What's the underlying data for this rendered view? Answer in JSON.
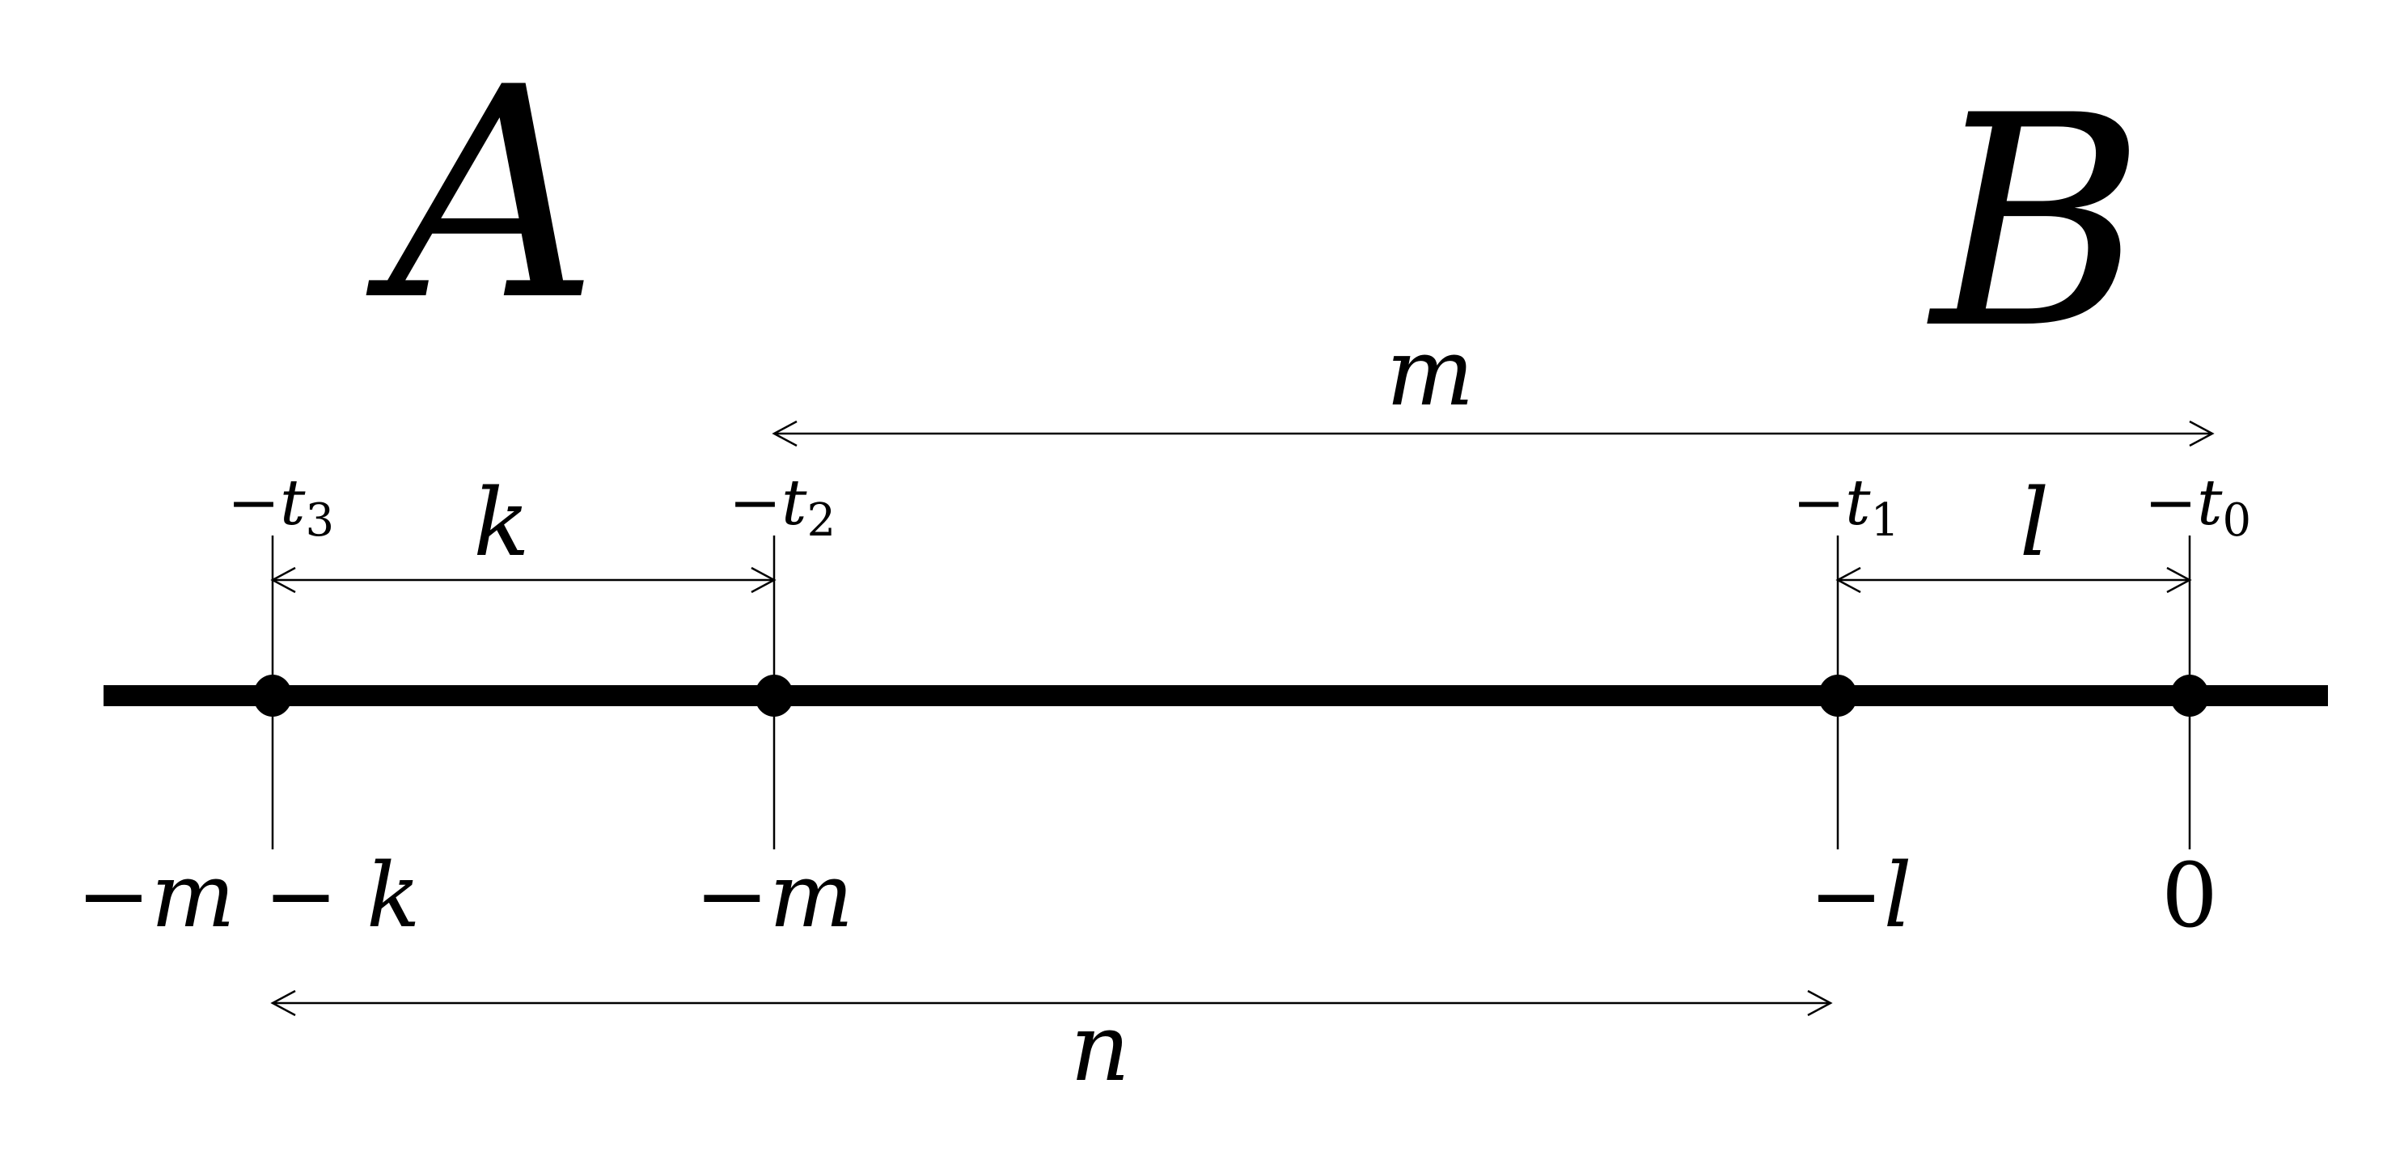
{
  "labels": {
    "region_a": "A",
    "region_b": "B",
    "span_m": "m",
    "span_k": "k",
    "span_l": "l",
    "span_n": "n"
  },
  "points": [
    {
      "id": "t3",
      "top": {
        "sign": "−",
        "var": "t",
        "sub": "3"
      },
      "bottom": [
        {
          "t": "−",
          "i": false
        },
        {
          "t": "m",
          "i": true
        },
        {
          "t": " − ",
          "i": false
        },
        {
          "t": "k",
          "i": true
        }
      ]
    },
    {
      "id": "t2",
      "top": {
        "sign": "−",
        "var": "t",
        "sub": "2"
      },
      "bottom": [
        {
          "t": "−",
          "i": false
        },
        {
          "t": "m",
          "i": true
        }
      ]
    },
    {
      "id": "t1",
      "top": {
        "sign": "−",
        "var": "t",
        "sub": "1"
      },
      "bottom": [
        {
          "t": "−",
          "i": false
        },
        {
          "t": "l",
          "i": true
        }
      ]
    },
    {
      "id": "t0",
      "top": {
        "sign": "−",
        "var": "t",
        "sub": "0"
      },
      "bottom": [
        {
          "t": "0",
          "i": false
        }
      ]
    }
  ]
}
